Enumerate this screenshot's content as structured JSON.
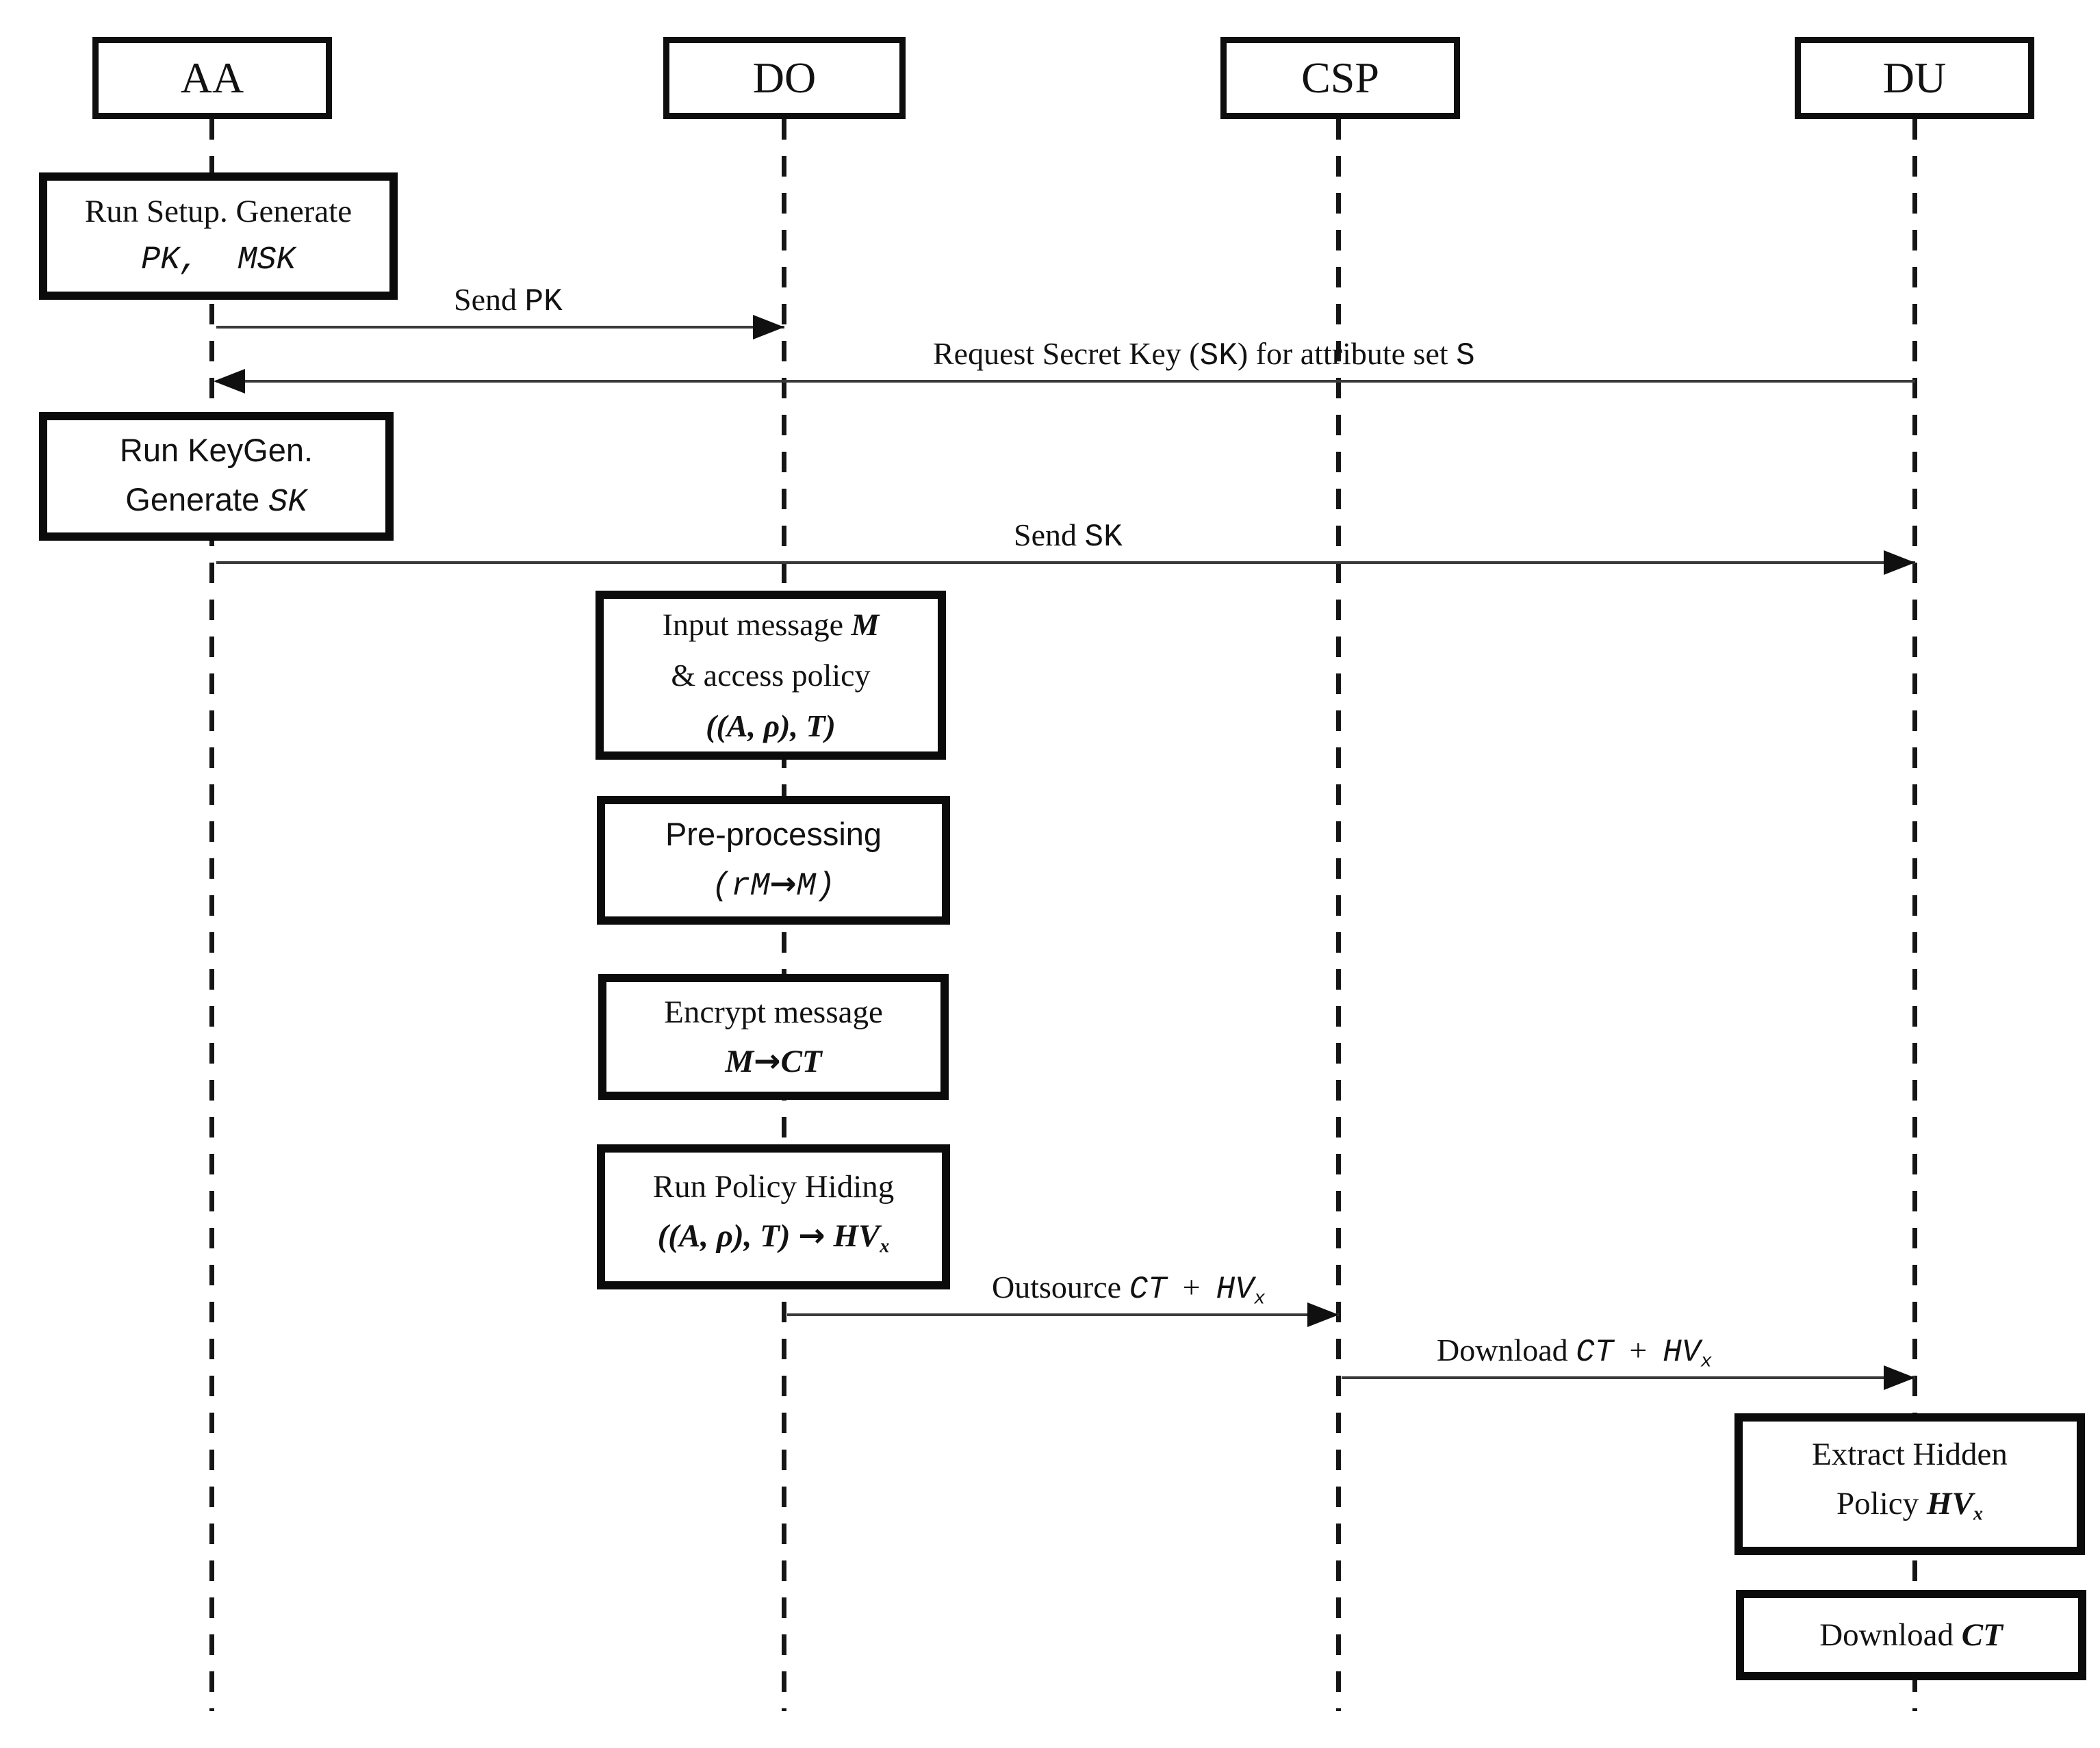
{
  "colors": {
    "background": "#ffffff",
    "ink": "#121212",
    "arrow_line": "#3a3a3a"
  },
  "actors": [
    {
      "label": "AA"
    },
    {
      "label": "DO"
    },
    {
      "label": "CSP"
    },
    {
      "label": "DU"
    }
  ],
  "boxes": {
    "run_setup": {
      "line1": "Run Setup. Generate",
      "line2": "PK,  MSK"
    },
    "run_keygen": {
      "line1": "Run KeyGen.",
      "line2_text": "Generate ",
      "line2_math": "SK"
    },
    "input_message": {
      "line1_text": "Input message ",
      "line1_math": "M",
      "line2": "& access policy",
      "line3": "((A, ρ), T)"
    },
    "pre_processing": {
      "line1": "Pre-processing",
      "line2_pre": "(rM",
      "line2_arrow": "→",
      "line2_post": "M)"
    },
    "encrypt_message": {
      "line1": "Encrypt message",
      "line2_pre": "M",
      "line2_arrow": "→",
      "line2_post": "CT"
    },
    "policy_hiding": {
      "line1": "Run Policy Hiding",
      "line2_pre": "((A, ρ), T) ",
      "line2_arrow": "→",
      "line2_post": " HV",
      "line2_sub": "x"
    },
    "extract_hidden": {
      "line1": "Extract Hidden",
      "line2_text": "Policy ",
      "line2_math": "HV",
      "line2_sub": "x"
    },
    "download_ct": {
      "text": "Download ",
      "math": "CT"
    }
  },
  "messages": {
    "send_pk": {
      "text": "Send ",
      "key": "PK"
    },
    "request_sk": {
      "t1": "Request Secret Key (",
      "k1": "SK",
      "t2": ") for attribute set ",
      "k2": "S"
    },
    "send_sk": {
      "text": "Send ",
      "key": "SK"
    },
    "outsource": {
      "t1": "Outsource ",
      "m1": "CT",
      "t2": "  +  ",
      "m2": "HV",
      "sub": "x"
    },
    "download": {
      "t1": "Download ",
      "m1": "CT",
      "t2": "  +  ",
      "m2": "HV",
      "sub": "x"
    }
  }
}
